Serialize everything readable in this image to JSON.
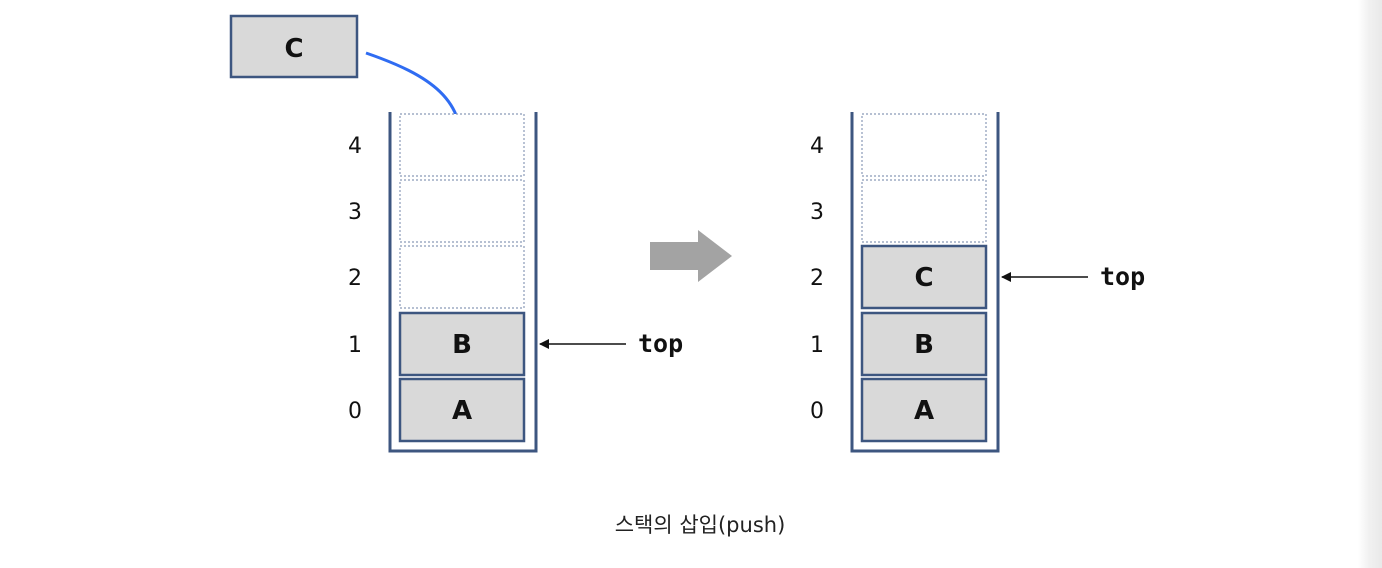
{
  "diagram": {
    "caption": "스택의 삽입(push)",
    "before": {
      "new_item": "C",
      "indices": [
        "4",
        "3",
        "2",
        "1",
        "0"
      ],
      "cells": [
        "",
        "",
        "",
        "B",
        "A"
      ],
      "top_label": "top"
    },
    "after": {
      "indices": [
        "4",
        "3",
        "2",
        "1",
        "0"
      ],
      "cells": [
        "",
        "",
        "C",
        "B",
        "A"
      ],
      "top_label": "top"
    },
    "colors": {
      "stack_border": "#3d5680",
      "cell_fill": "#d9d9d9",
      "empty_border": "#8a9ab8",
      "push_arrow": "#2f6cf2",
      "transition_arrow": "#a3a3a3",
      "pointer_arrow": "#111111"
    }
  }
}
